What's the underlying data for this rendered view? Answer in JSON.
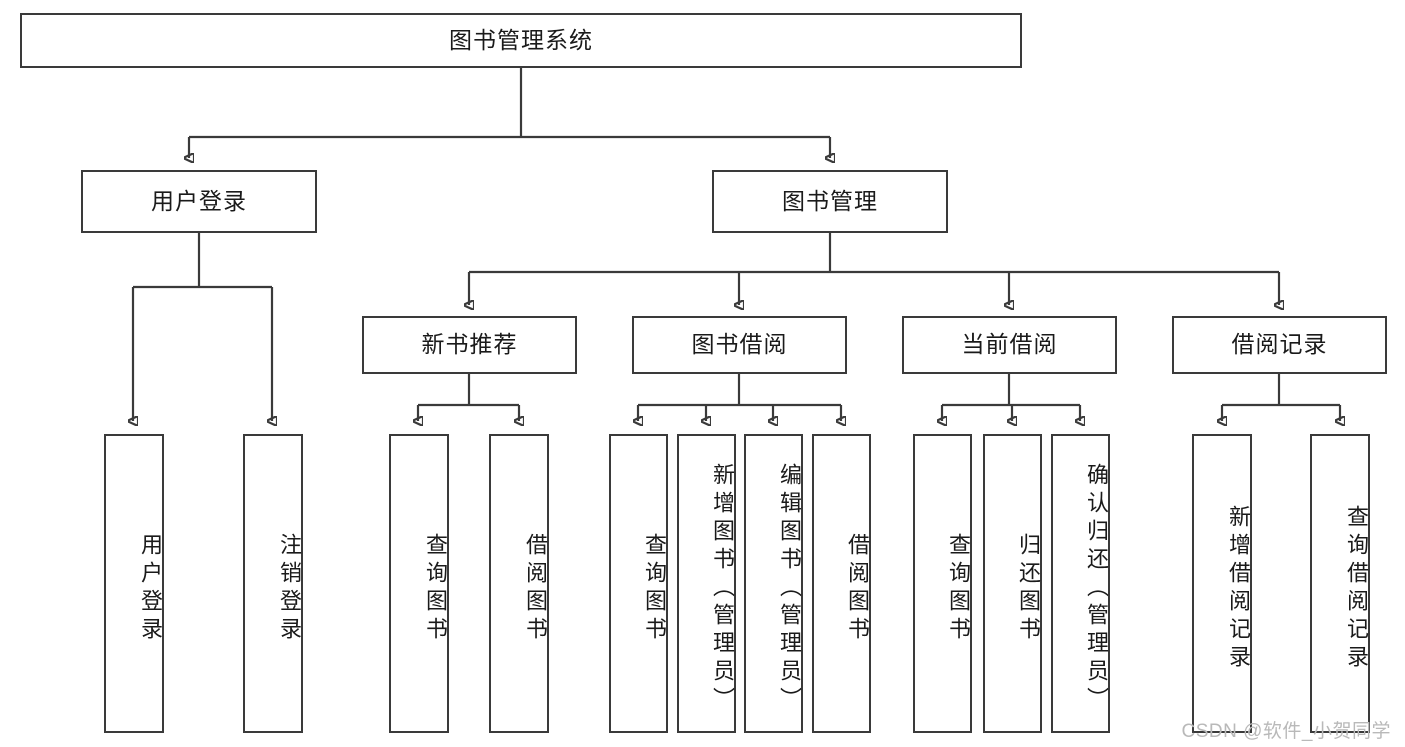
{
  "diagram": {
    "type": "tree-hierarchy",
    "title": "图书管理系统",
    "root": {
      "label": "图书管理系统",
      "orientation": "horizontal"
    },
    "level2": [
      {
        "label": "用户登录",
        "orientation": "horizontal"
      },
      {
        "label": "图书管理",
        "orientation": "horizontal"
      }
    ],
    "level3": [
      {
        "label": "新书推荐",
        "orientation": "horizontal",
        "parent": "图书管理"
      },
      {
        "label": "图书借阅",
        "orientation": "horizontal",
        "parent": "图书管理"
      },
      {
        "label": "当前借阅",
        "orientation": "horizontal",
        "parent": "图书管理"
      },
      {
        "label": "借阅记录",
        "orientation": "horizontal",
        "parent": "图书管理"
      }
    ],
    "leaves": {
      "user_login": [
        {
          "label": "用户登录",
          "orientation": "vertical"
        },
        {
          "label": "注销登录",
          "orientation": "vertical"
        }
      ],
      "new_book_recommend": [
        {
          "label": "查询图书",
          "orientation": "vertical"
        },
        {
          "label": "借阅图书",
          "orientation": "vertical"
        }
      ],
      "book_borrow": [
        {
          "label": "查询图书",
          "orientation": "vertical"
        },
        {
          "label": "新增图书（管理员）",
          "orientation": "vertical"
        },
        {
          "label": "编辑图书（管理员）",
          "orientation": "vertical"
        },
        {
          "label": "借阅图书",
          "orientation": "vertical"
        }
      ],
      "current_borrow": [
        {
          "label": "查询图书",
          "orientation": "vertical"
        },
        {
          "label": "归还图书",
          "orientation": "vertical"
        },
        {
          "label": "确认归还（管理员）",
          "orientation": "vertical"
        }
      ],
      "borrow_record": [
        {
          "label": "新增借阅记录",
          "orientation": "vertical"
        },
        {
          "label": "查询借阅记录",
          "orientation": "vertical"
        }
      ]
    }
  },
  "watermark": {
    "text": "CSDN @软件_小贺同学"
  },
  "colors": {
    "stroke": "#3a3a3a",
    "text": "#1a1a1a",
    "background": "#ffffff",
    "watermark": "#b9b9b9"
  }
}
